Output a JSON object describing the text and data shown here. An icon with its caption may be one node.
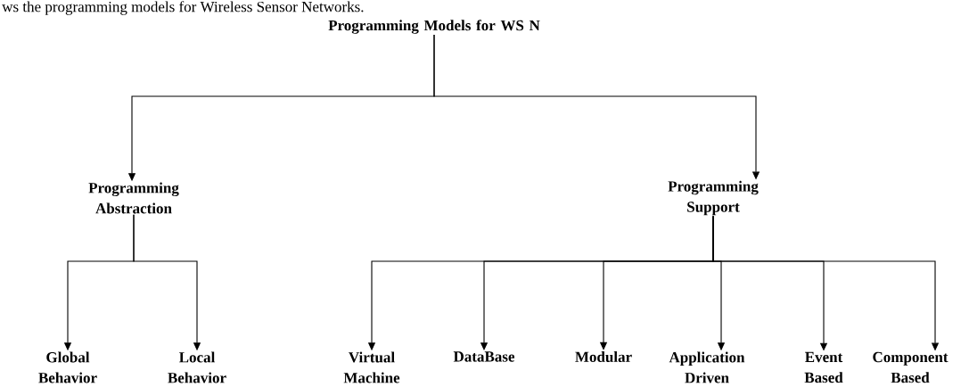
{
  "diagram": {
    "nodes": [
      {
        "text": [
          "Programming Models for WS N"
        ]
      },
      {
        "text": [
          "Programming Abstraction"
        ]
      },
      {
        "text": [
          "Programming Support"
        ]
      },
      {
        "text": [
          "Global Behavior"
        ]
      },
      {
        "text": [
          "Local Behavior"
        ]
      },
      {
        "text": [
          "Virtual Machine"
        ]
      },
      {
        "text": [
          "DataBase"
        ]
      },
      {
        "text": [
          "Modular"
        ]
      },
      {
        "text": [
          "Application Driven"
        ]
      },
      {
        "text": [
          "Event Based"
        ]
      },
      {
        "text": [
          "Component Based"
        ]
      }
    ],
    "edges": [
      {
        "from": 0,
        "to": 1,
        "arrow": "to"
      },
      {
        "from": 0,
        "to": 2,
        "arrow": "to"
      },
      {
        "from": 1,
        "to": 3,
        "arrow": "to"
      },
      {
        "from": 1,
        "to": 4,
        "arrow": "to"
      },
      {
        "from": 2,
        "to": 5,
        "arrow": "to"
      },
      {
        "from": 2,
        "to": 6,
        "arrow": "to"
      },
      {
        "from": 2,
        "to": 7,
        "arrow": "to"
      },
      {
        "from": 2,
        "to": 8,
        "arrow": "to"
      },
      {
        "from": 2,
        "to": 9,
        "arrow": "to"
      },
      {
        "from": 2,
        "to": 10,
        "arrow": "to"
      }
    ],
    "labels": [
      "ws the programming models for Wireless Sensor Networks."
    ]
  }
}
